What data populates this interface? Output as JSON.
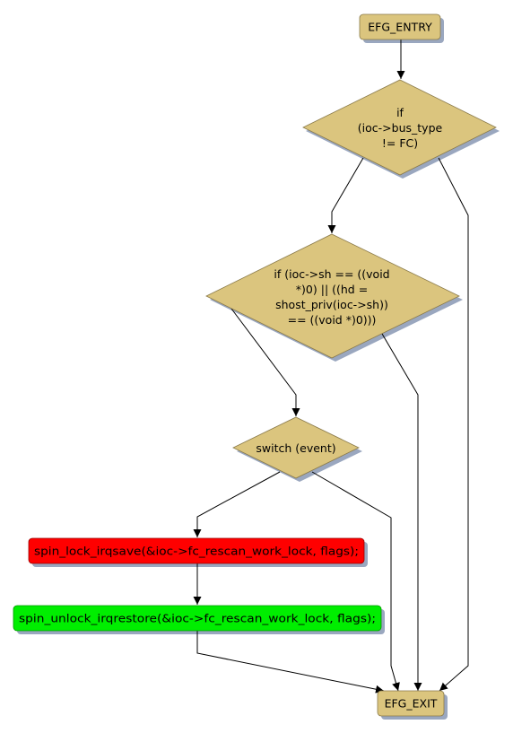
{
  "nodes": {
    "entry": {
      "label": "EFG_ENTRY",
      "color": "#dbc57e"
    },
    "cond1": {
      "lines": [
        "if",
        "(ioc->bus_type",
        "!= FC)"
      ],
      "color": "#dbc57e"
    },
    "cond2": {
      "lines": [
        "if (ioc->sh == ((void",
        "*)0) || ((hd =",
        "shost_priv(ioc->sh))",
        "== ((void *)0)))"
      ],
      "color": "#dbc57e"
    },
    "switch": {
      "label": "switch (event)",
      "color": "#dbc57e"
    },
    "lock": {
      "label": "spin_lock_irqsave(&ioc->fc_rescan_work_lock, flags);",
      "color": "#ff0000"
    },
    "unlock": {
      "label": "spin_unlock_irqrestore(&ioc->fc_rescan_work_lock, flags);",
      "color": "#00ee00"
    },
    "exit": {
      "label": "EFG_EXIT",
      "color": "#dbc57e"
    }
  }
}
